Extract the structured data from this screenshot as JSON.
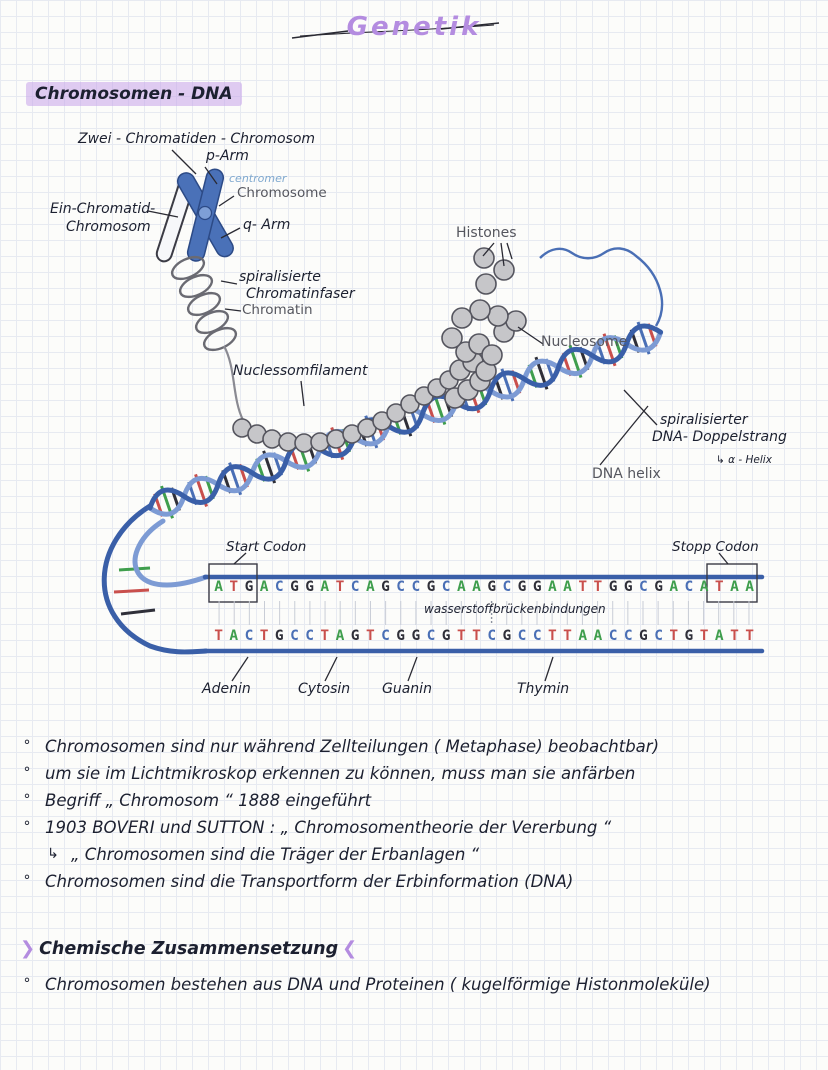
{
  "page": {
    "title": "Genetik"
  },
  "sections": {
    "chromosomen_dna": "Chromosomen - DNA",
    "chemische": "Chemische Zusammensetzung",
    "chemische_mark_left": "❯",
    "chemische_mark_right": "❮"
  },
  "diagram": {
    "labels": {
      "zwei_chromatiden_chromosom": "Zwei - Chromatiden - Chromosom",
      "p_arm": "p-Arm",
      "centromer": "centromer",
      "chromosome": "Chromosome",
      "ein_chromatid_line1": "Ein-Chromatid-",
      "ein_chromatid_line2": "Chromosom",
      "q_arm": "q- Arm",
      "spiralisierte_line1": "spiralisierte",
      "spiralisierte_line2": "Chromatinfaser",
      "chromatin": "Chromatin",
      "histones": "Histones",
      "nucleosome": "Nucleosome",
      "nucleosomfilament": "Nuclessomfilament",
      "spiralisierter_line1": "spiralisierter",
      "spiralisierter_line2": "DNA- Doppelstrang",
      "alpha_helix": "↳ α - Helix",
      "dna_helix": "DNA helix",
      "start_codon": "Start Codon",
      "stopp_codon": "Stopp Codon",
      "wasserstoff": "wasserstoffbrückenbindungen",
      "adenin": "Adenin",
      "cytosin": "Cytosin",
      "guanin": "Guanin",
      "thymin": "Thymin"
    },
    "sequence_top": "ATGACGGATCAGCCGCAAGCGGAATTGGCGACATAA",
    "sequence_bottom": "TACTGCCTAGTCGGCGTTCGCCTTAACCGCTGTATT"
  },
  "notes": {
    "items": [
      {
        "marker": "°",
        "text": "Chromosomen sind nur während Zellteilungen ( Metaphase) beobachtbar)"
      },
      {
        "marker": "°",
        "text": "um sie im Lichtmikroskop erkennen zu können, muss man sie anfärben"
      },
      {
        "marker": "°",
        "text": "Begriff „ Chromosom “ 1888 eingeführt"
      },
      {
        "marker": "°",
        "text": "1903 BOVERI und SUTTON : „ Chromosomentheorie der Vererbung “"
      },
      {
        "marker": "↳",
        "text": "„ Chromosomen sind die Träger der Erbanlagen “"
      },
      {
        "marker": "°",
        "text": "Chromosomen sind die Transportform der Erbinformation (DNA)"
      }
    ],
    "chem_items": [
      {
        "marker": "°",
        "text": "Chromosomen bestehen aus DNA und Proteinen ( kugelförmige Histonmoleküle)"
      }
    ]
  },
  "colors": {
    "highlight": "#c7a2e9",
    "title_purple": "#b48ce0",
    "ink": "#1c2030",
    "printed_gray": "#55565e",
    "dna_blue": "#3a5fa8",
    "base_A": "#3f9e4d",
    "base_T": "#c94f4c",
    "base_G": "#2f2f38",
    "base_C": "#4a6fb5"
  }
}
